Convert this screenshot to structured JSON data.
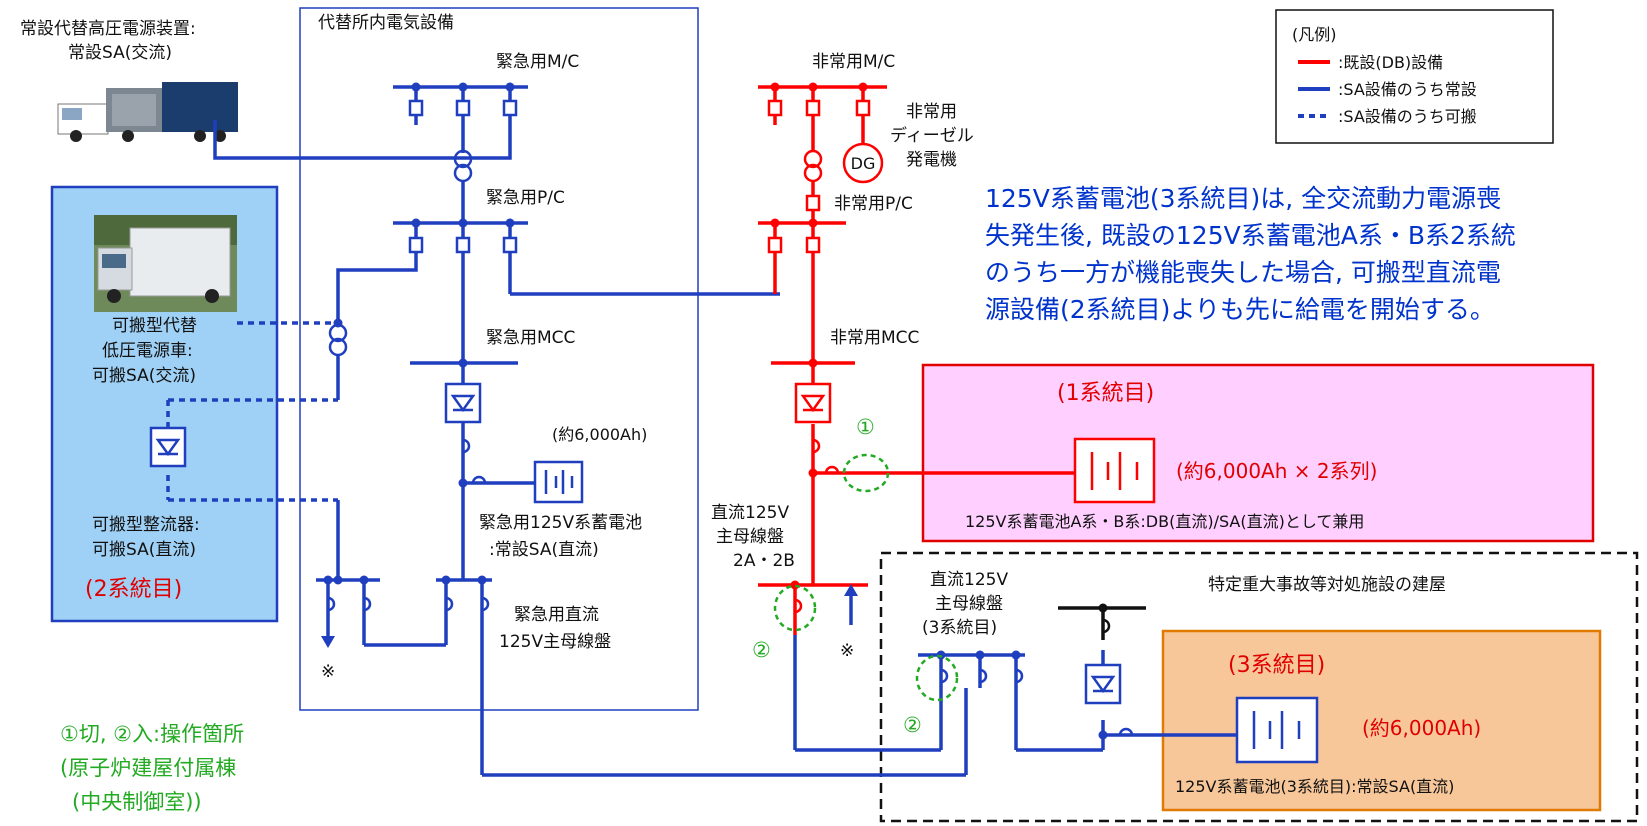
{
  "colors": {
    "existing_db": "#ff0000",
    "sa_permanent": "#1f3fbf",
    "sa_portable": "#1f3fbf",
    "operation_marker": "#22aa22",
    "note_text": "#0033cc",
    "panel_blue_fill": "#9fd0f5",
    "panel_pink_fill": "#ffd0ff",
    "panel_orange_fill": "#f7c79a"
  },
  "icons": [
    "truck-image",
    "transformer-icon",
    "rectifier-icon",
    "battery-icon",
    "generator-icon",
    "breaker-icon"
  ],
  "top_left": {
    "line1": "常設代替高圧電源装置:",
    "line2": "常設SA(交流)"
  },
  "indoor_box_title": "代替所内電気設備",
  "emergency": {
    "mc": "緊急用M/C",
    "pc": "緊急用P/C",
    "mcc": "緊急用MCC",
    "battery_capacity": "(約6,000Ah)",
    "battery_line1": "緊急用125V系蓄電池",
    "battery_line2": ":常設SA(直流)",
    "dc_bus_line1": "緊急用直流",
    "dc_bus_line2": "125V主母線盤"
  },
  "non_emergency": {
    "mc": "非常用M/C",
    "dg_line1": "非常用",
    "dg_line2": "ディーゼル",
    "dg_line3": "発電機",
    "dg_symbol": "DG",
    "pc": "非常用P/C",
    "mcc": "非常用MCC",
    "dc_bus_line1": "直流125V",
    "dc_bus_line2": "主母線盤",
    "dc_bus_line3": "2A・2B"
  },
  "legend": {
    "title": "(凡例)",
    "items": [
      ":既設(DB)設備",
      ":SA設備のうち常設",
      ":SA設備のうち可搬"
    ]
  },
  "note": {
    "lines": [
      "125V系蓄電池(3系統目)は, 全交流動力電源喪",
      "失発生後, 既設の125V系蓄電池A系・B系2系統",
      "のうち一方が機能喪失した場合, 可搬型直流電",
      "源設備(2系統目)よりも先に給電を開始する。"
    ]
  },
  "portable_panel": {
    "vehicle_line1": "可搬型代替",
    "vehicle_line2": "低圧電源車:",
    "vehicle_line3": "可搬SA(交流)",
    "rectifier_line1": "可搬型整流器:",
    "rectifier_line2": "可搬SA(直流)",
    "system": "(2系統目)"
  },
  "system1_panel": {
    "title": "(1系統目)",
    "capacity": "(約6,000Ah × 2系列)",
    "caption": "125V系蓄電池A系・B系:DB(直流)/SA(直流)として兼用"
  },
  "special_building": {
    "title": "特定重大事故等対処施設の建屋",
    "bus_line1": "直流125V",
    "bus_line2": "主母線盤",
    "bus_line3": "(3系統目)"
  },
  "system3_panel": {
    "title": "(3系統目)",
    "capacity": "(約6,000Ah)",
    "caption": "125V系蓄電池(3系統目):常設SA(直流)"
  },
  "markers": {
    "m1": "①",
    "m2a": "②",
    "m2b": "②",
    "ref_a": "※",
    "ref_b": "※"
  },
  "operation_note": {
    "line1": "①切, ②入:操作箇所",
    "line2": "(原子炉建屋付属棟",
    "line3": "(中央制御室))"
  }
}
